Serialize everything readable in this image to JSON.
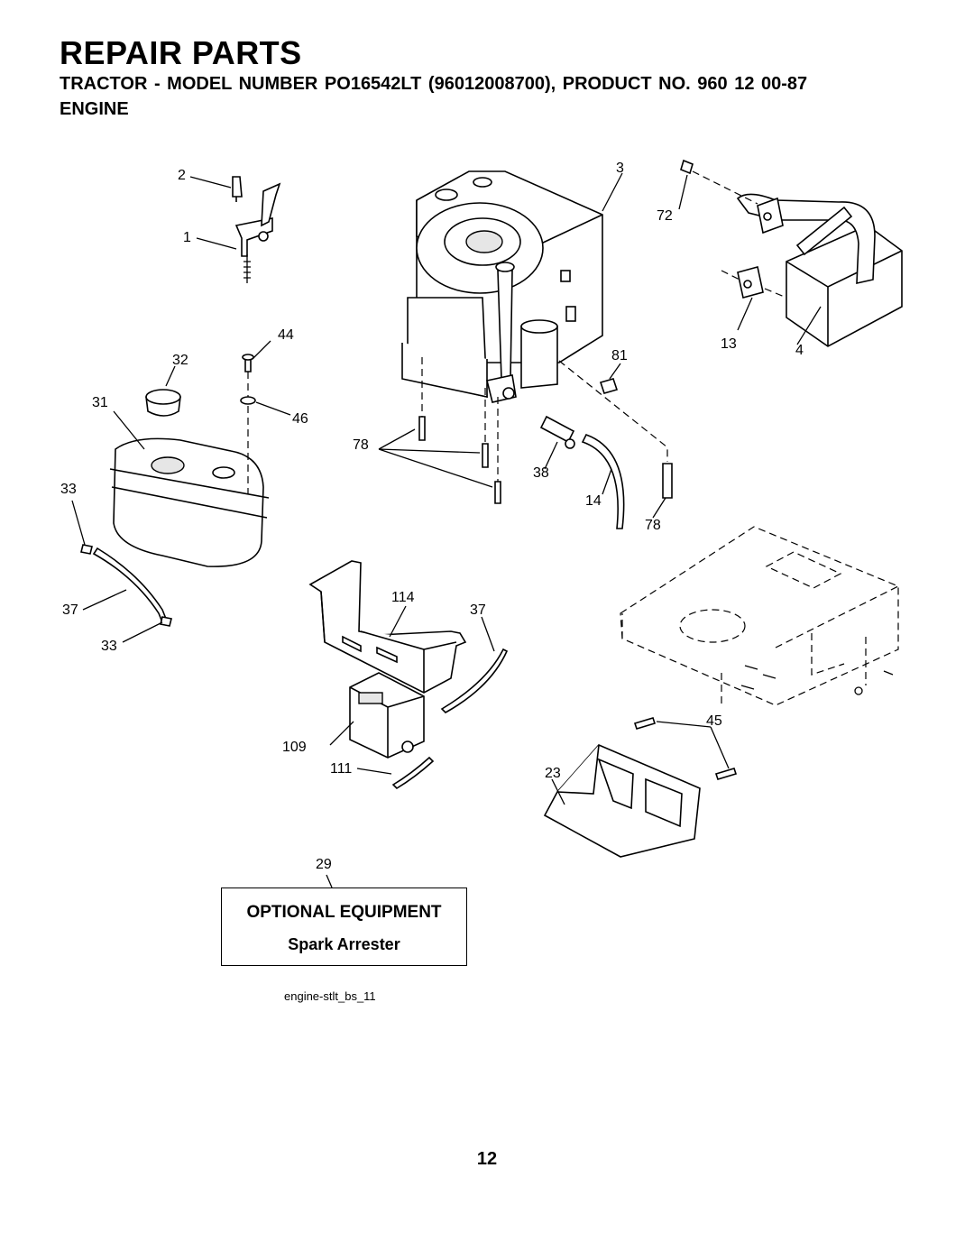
{
  "header": {
    "title": "REPAIR PARTS",
    "subtitle": "TRACTOR  - MODEL NUMBER  PO16542LT (96012008700), PRODUCT NO. 960 12 00-87",
    "section": "ENGINE"
  },
  "callouts": {
    "c1": "1",
    "c2": "2",
    "c3": "3",
    "c4": "4",
    "c13": "13",
    "c14": "14",
    "c23": "23",
    "c29": "29",
    "c31": "31",
    "c32": "32",
    "c33a": "33",
    "c33b": "33",
    "c37a": "37",
    "c37b": "37",
    "c38": "38",
    "c44": "44",
    "c45": "45",
    "c46": "46",
    "c72": "72",
    "c78a": "78",
    "c78b": "78",
    "c81": "81",
    "c109": "109",
    "c111": "111",
    "c114": "114"
  },
  "optional_equipment": {
    "title": "OPTIONAL EQUIPMENT",
    "item": "Spark Arrester"
  },
  "figure_id": "engine-stlt_bs_11",
  "page_number": "12"
}
